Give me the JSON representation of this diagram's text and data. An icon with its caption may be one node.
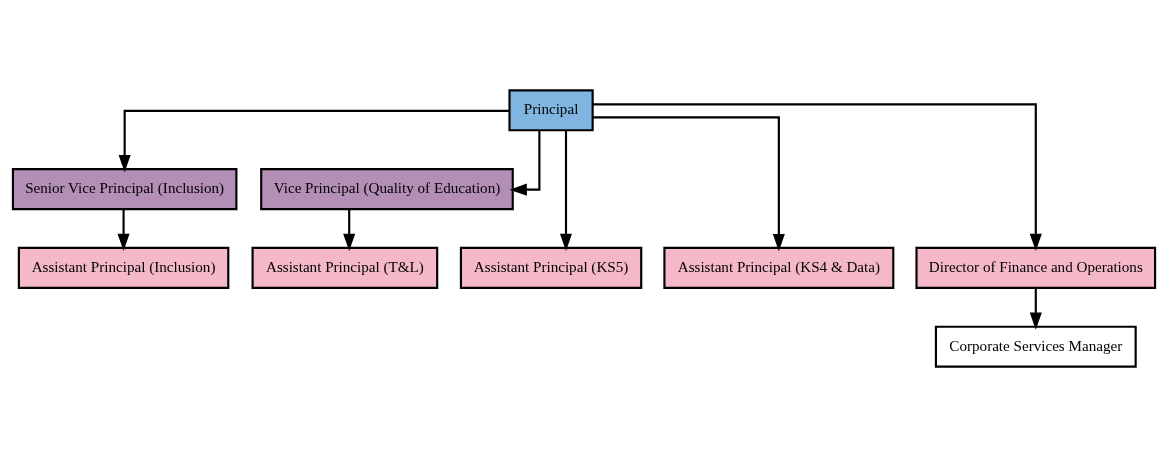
{
  "diagram": {
    "nodes": [
      {
        "text": [
          "Principal"
        ]
      },
      {
        "text": [
          "Senior Vice Principal (Inclusion)"
        ]
      },
      {
        "text": [
          "Vice Principal (Quality of Education)"
        ]
      },
      {
        "text": [
          "Assistant Principal (KS5)"
        ]
      },
      {
        "text": [
          "Assistant Principal (KS4 & Data)"
        ]
      },
      {
        "text": [
          "Assistant Principal (Inclusion)"
        ]
      },
      {
        "text": [
          "Assistant Principal (T&L)"
        ]
      },
      {
        "text": [
          "Director of Finance and Operations"
        ]
      },
      {
        "text": [
          "Corporate Services Manager"
        ]
      }
    ],
    "edges": [
      {
        "from": 0,
        "to": 3,
        "arrow": "to"
      },
      {
        "from": 0,
        "to": 4,
        "arrow": "to"
      },
      {
        "from": 0,
        "to": 1,
        "arrow": "to"
      },
      {
        "from": 0,
        "to": 2,
        "arrow": "to"
      },
      {
        "from": 0,
        "to": 7,
        "arrow": "to"
      },
      {
        "from": 1,
        "to": 5,
        "arrow": "to"
      },
      {
        "from": 2,
        "to": 6,
        "arrow": "to"
      },
      {
        "from": 7,
        "to": 8,
        "arrow": "to"
      }
    ]
  }
}
